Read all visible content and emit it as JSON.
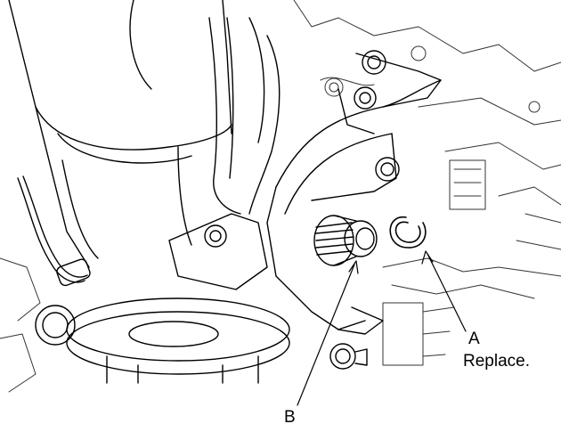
{
  "callouts": {
    "a": {
      "letter": "A",
      "note": "Replace."
    },
    "b": {
      "letter": "B"
    }
  },
  "colors": {
    "ink": "#000000",
    "paper": "#ffffff"
  }
}
